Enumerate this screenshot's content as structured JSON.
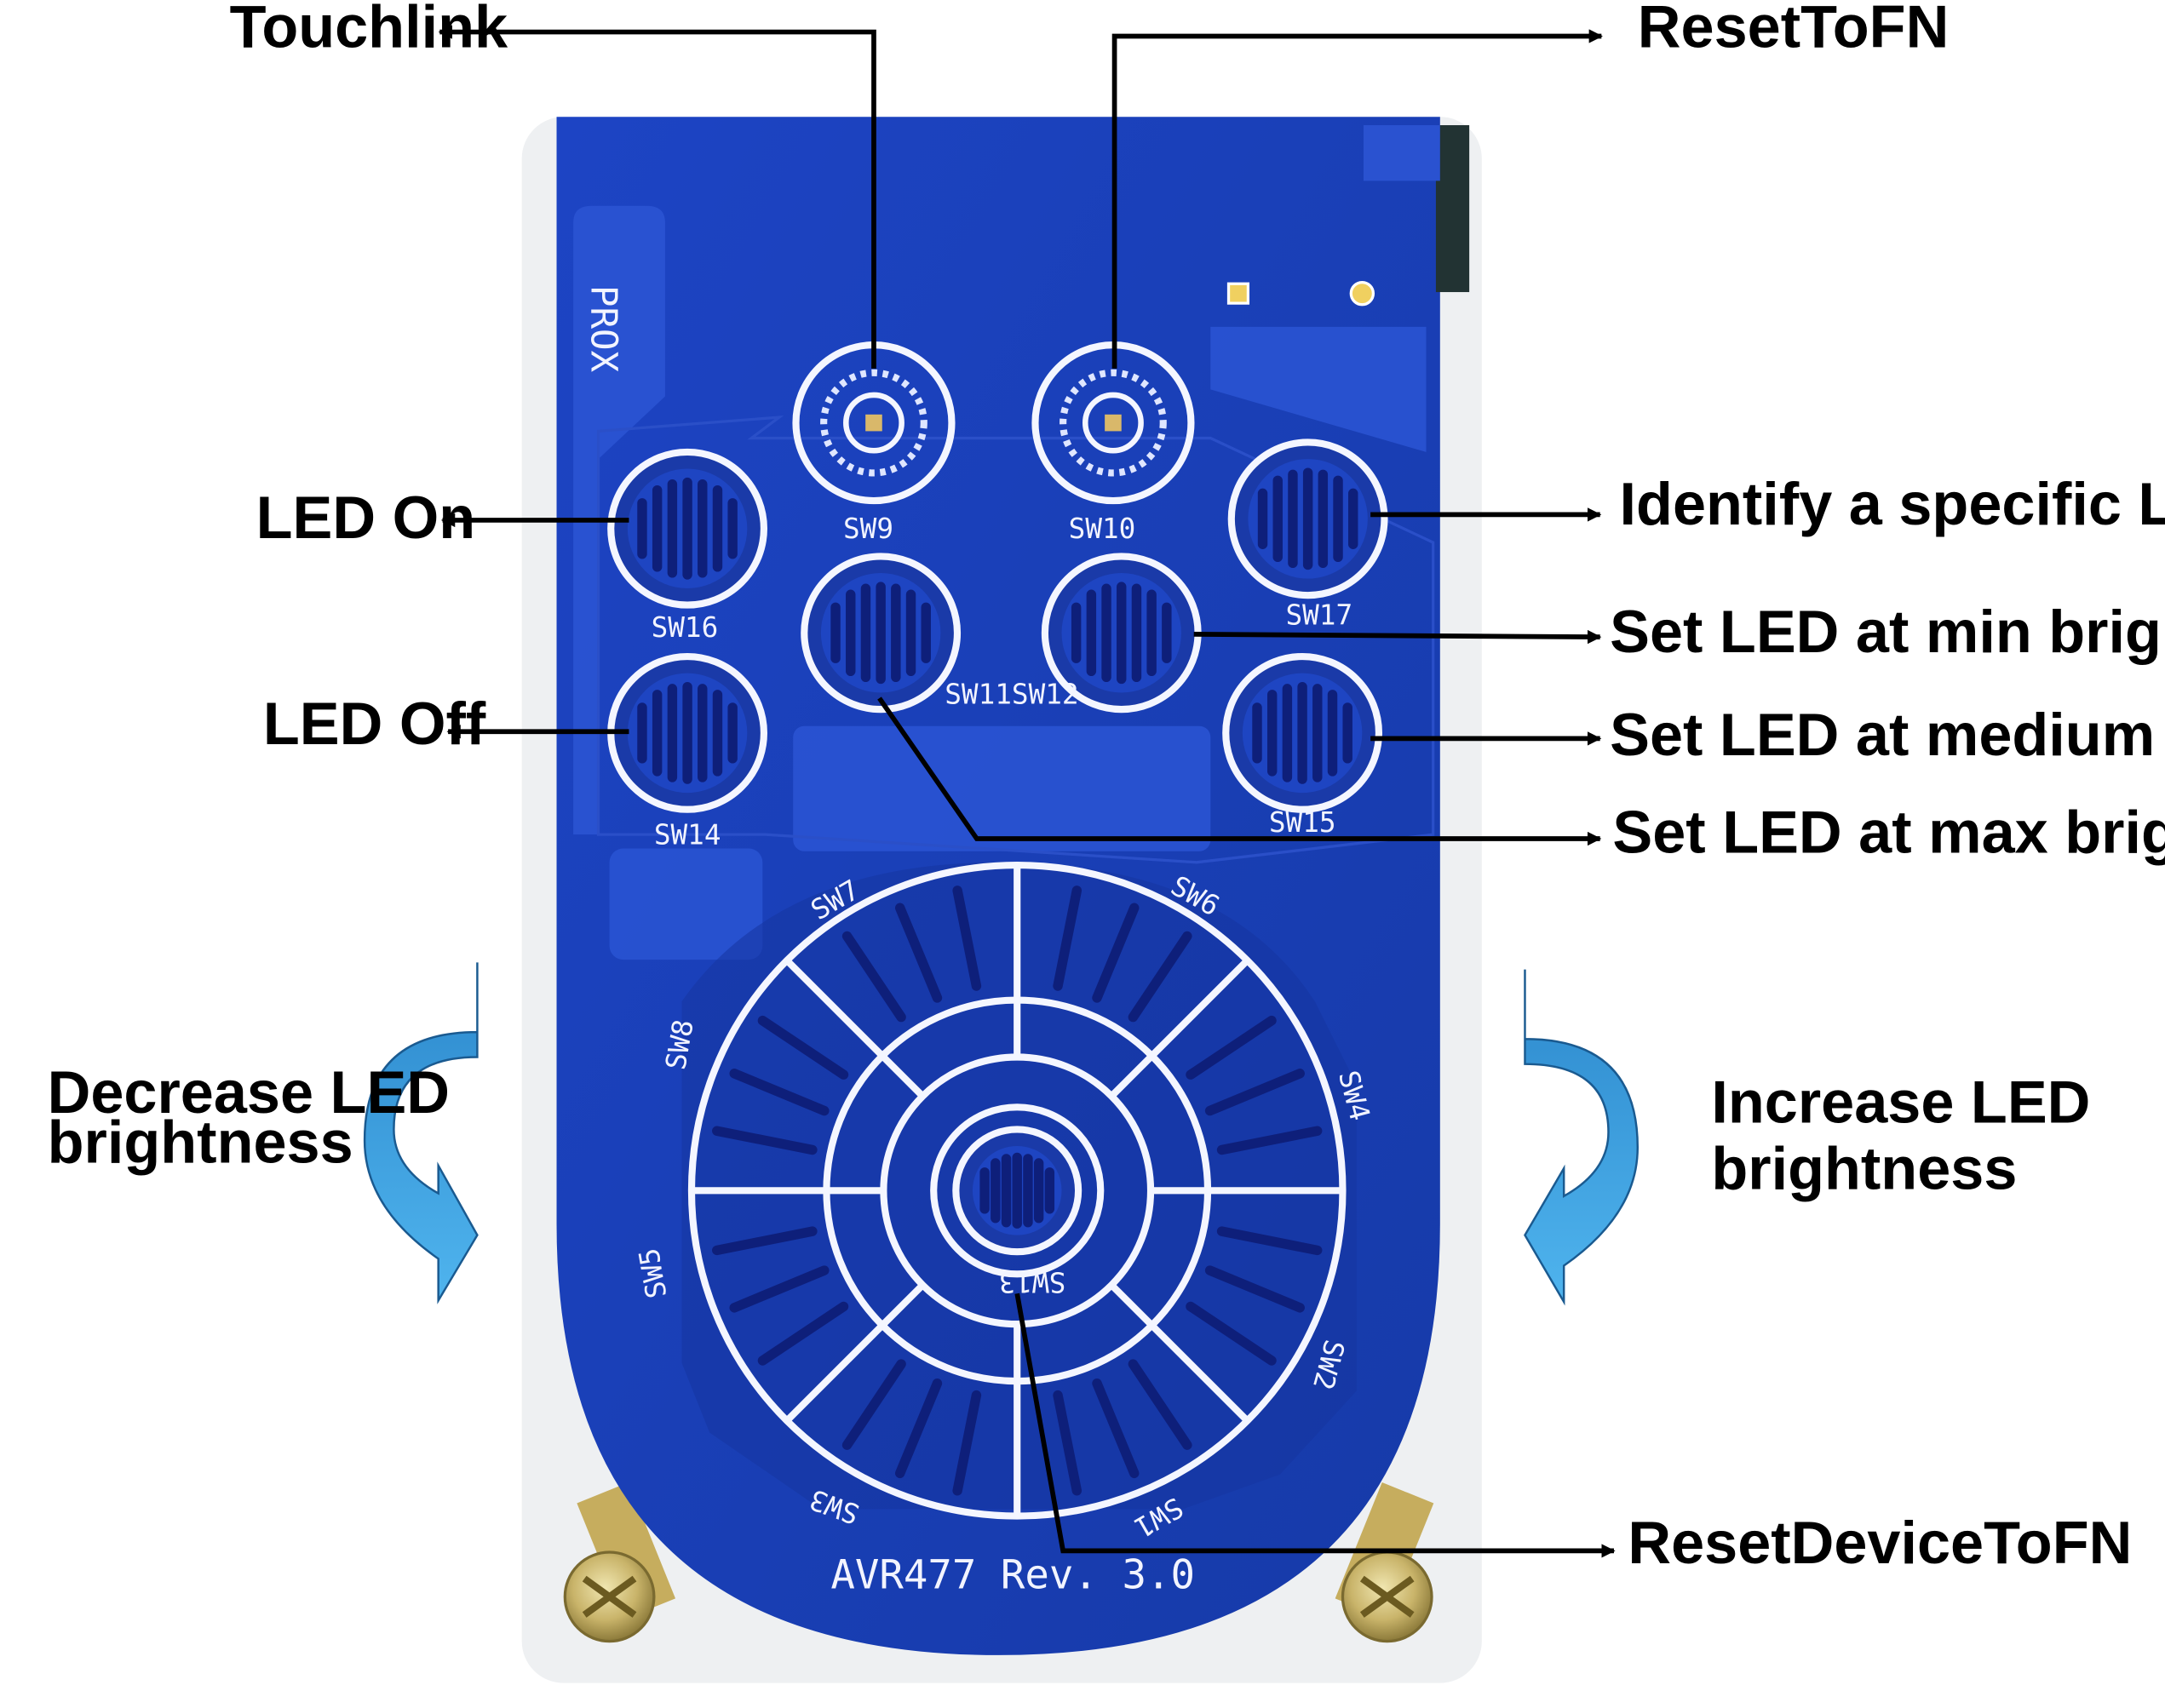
{
  "callouts": {
    "touchlink": "Touchlink",
    "reset_to_fn": "ResetToFN",
    "led_on": "LED On",
    "led_off": "LED Off",
    "identify_led": "Identify a specific LED",
    "min_brightness": "Set LED at min brightness",
    "medium_brightness": "Set LED at medium brightness",
    "max_brightness": "Set LED at max brightness",
    "decrease_line1": "Decrease LED",
    "decrease_line2": "brightness",
    "increase_line1": "Increase LED",
    "increase_line2": "brightness",
    "reset_device_to_fn": "ResetDeviceToFN"
  },
  "board": {
    "prox_label": "PROX",
    "model_label": "AVR477 Rev. 3.0",
    "switches": {
      "sw1": "SW1",
      "sw2": "SW2",
      "sw3": "SW3",
      "sw4": "SW4",
      "sw5": "SW5",
      "sw6": "SW6",
      "sw7": "SW7",
      "sw8": "SW8",
      "sw9": "SW9",
      "sw10": "SW10",
      "sw11_sw12": "SW11SW12",
      "sw13": "SW13",
      "sw14": "SW14",
      "sw15": "SW15",
      "sw16": "SW16",
      "sw17": "SW17"
    }
  },
  "colors": {
    "pcb_blue": "#1a3fb8",
    "pcb_dark": "#10287e",
    "silkscreen": "#f2f4ff",
    "arrow_blue": "#3a9ee0",
    "arrow_dark": "#1f6fb0"
  }
}
